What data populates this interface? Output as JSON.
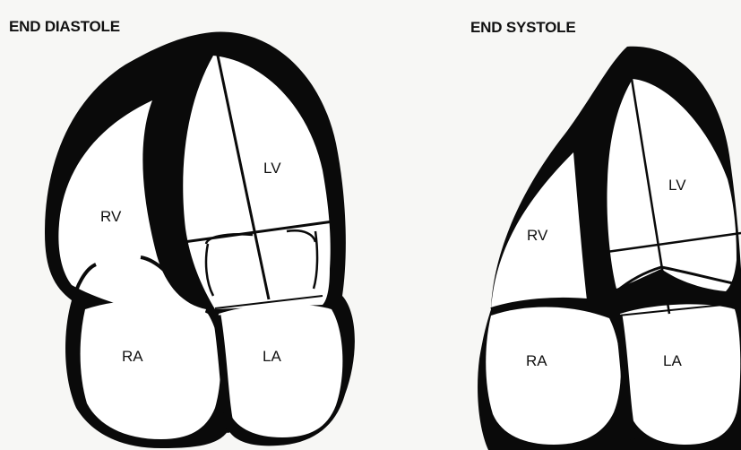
{
  "diagram": {
    "left_panel": {
      "title": "END DIASTOLE",
      "labels": {
        "lv": "LV",
        "rv": "RV",
        "ra": "RA",
        "la": "LA"
      }
    },
    "right_panel": {
      "title": "END SYSTOLE",
      "labels": {
        "lv": "LV",
        "rv": "RV",
        "ra": "RA",
        "la": "LA"
      }
    },
    "colors": {
      "wall": "#0a0a0a",
      "chamber": "#ffffff",
      "background": "#f7f7f5"
    }
  }
}
